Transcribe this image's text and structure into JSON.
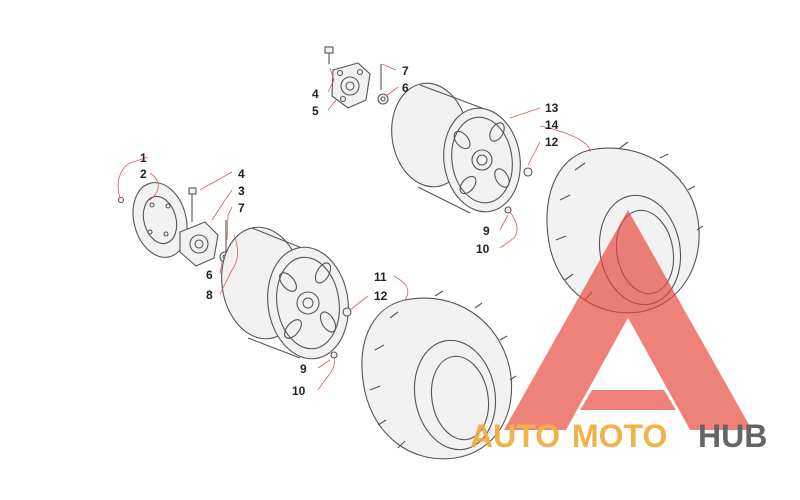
{
  "callouts": [
    {
      "id": "c1",
      "text": "1"
    },
    {
      "id": "c2",
      "text": "2"
    },
    {
      "id": "c3",
      "text": "3"
    },
    {
      "id": "c4a",
      "text": "4"
    },
    {
      "id": "c4b",
      "text": "4"
    },
    {
      "id": "c5",
      "text": "5"
    },
    {
      "id": "c6a",
      "text": "6"
    },
    {
      "id": "c6b",
      "text": "6"
    },
    {
      "id": "c7a",
      "text": "7"
    },
    {
      "id": "c7b",
      "text": "7"
    },
    {
      "id": "c8",
      "text": "8"
    },
    {
      "id": "c9a",
      "text": "9"
    },
    {
      "id": "c9b",
      "text": "9"
    },
    {
      "id": "c10a",
      "text": "10"
    },
    {
      "id": "c10b",
      "text": "10"
    },
    {
      "id": "c11",
      "text": "11"
    },
    {
      "id": "c12a",
      "text": "12"
    },
    {
      "id": "c12b",
      "text": "12"
    },
    {
      "id": "c13",
      "text": "13"
    },
    {
      "id": "c14",
      "text": "14"
    }
  ],
  "watermark": {
    "word1": "AUTO",
    "word2": "MOTO",
    "word3": "HUB",
    "color_primary": "#f2a93b",
    "color_secondary": "#555555",
    "logo_color": "#e8453c"
  }
}
